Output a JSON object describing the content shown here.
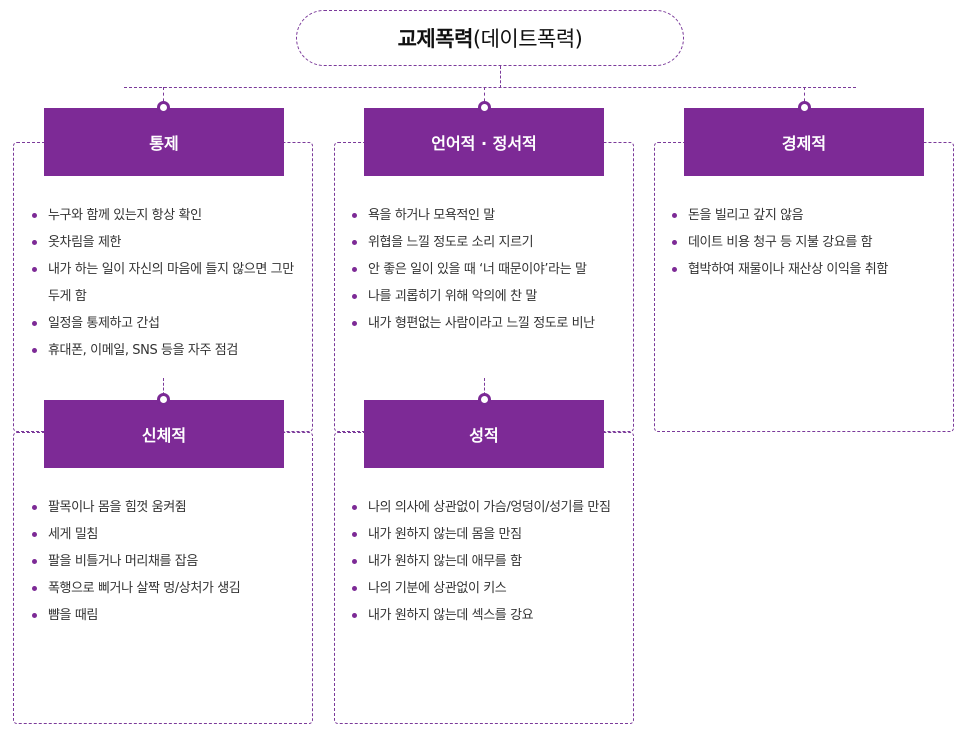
{
  "title": {
    "main": "교제폭력",
    "sub": "(데이트폭력)"
  },
  "categories": {
    "control": {
      "label": "통제",
      "items": [
        "누구와 함께 있는지 항상 확인",
        "옷차림을 제한",
        "내가 하는 일이 자신의 마음에 들지 않으면 그만두게 함",
        "일정을 통제하고 간섭",
        "휴대폰, 이메일, SNS 등을 자주 점검"
      ]
    },
    "verbal": {
      "label": "언어적 · 정서적",
      "items": [
        "욕을 하거나 모욕적인 말",
        "위협을 느낄 정도로 소리 지르기",
        "안 좋은 일이 있을 때 ‘너 때문이야’라는 말",
        "나를 괴롭히기 위해 악의에 찬 말",
        "내가 형편없는 사람이라고 느낄 정도로 비난"
      ]
    },
    "economic": {
      "label": "경제적",
      "items": [
        "돈을 빌리고 갚지 않음",
        "데이트 비용 청구 등 지불 강요를 함",
        "협박하여 재물이나 재산상 이익을 취함"
      ]
    },
    "physical": {
      "label": "신체적",
      "items": [
        "팔목이나 몸을 힘껏 움켜쥠",
        "세게 밀침",
        "팔을 비틀거나 머리채를 잡음",
        "폭행으로 삐거나 살짝 멍/상처가 생김",
        "뺨을 때림"
      ]
    },
    "sexual": {
      "label": "성적",
      "items": [
        "나의 의사에 상관없이 가슴/엉덩이/성기를 만짐",
        "내가 원하지 않는데 몸을 만짐",
        "내가 원하지 않는데 애무를 함",
        "나의 기분에 상관없이 키스",
        "내가 원하지 않는데 섹스를 강요"
      ]
    }
  },
  "colors": {
    "accent": "#7d2a96",
    "line": "#7b3a9a"
  }
}
